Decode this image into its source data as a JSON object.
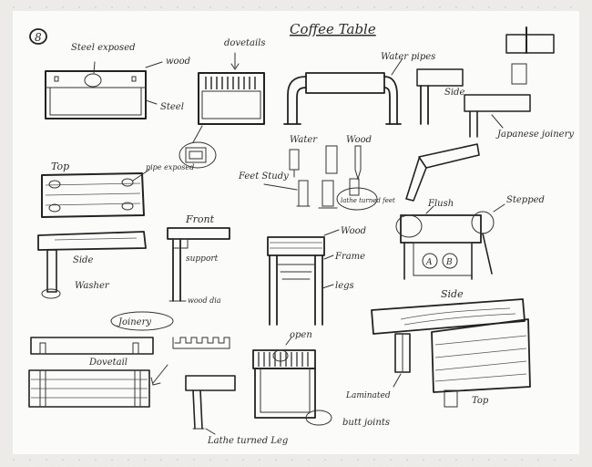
{
  "sheet": {
    "title": "Coffee Table",
    "number": "8"
  },
  "labels": {
    "steel_exposed": "Steel exposed",
    "wood_top": "wood",
    "steel_label": "Steel",
    "dovetails": "dovetails",
    "water_pipes": "Water pipes",
    "side_top_right": "Side",
    "japanese_joinery": "Japanese joinery",
    "top_left": "Top",
    "pipes_exposed": "pipe exposed",
    "water": "Water",
    "wood_mid": "Wood",
    "feet_study": "Feet Study",
    "lathe_turned_feet": "lathe turned feet",
    "front": "Front",
    "flush": "Flush",
    "stepped": "Stepped",
    "a_mark": "A",
    "b_mark": "B",
    "side_left": "Side",
    "support": "support",
    "washer": "Washer",
    "wood_dia": "wood dia",
    "wood_frame": "Wood",
    "frame": "Frame",
    "legs": "legs",
    "joinery": "Joinery",
    "dovetail": "Dovetail",
    "side_right": "Side",
    "open": "open",
    "laminated": "Laminated",
    "top_right": "Top",
    "butt_joints": "butt joints",
    "lathe_turned_leg": "Lathe turned Leg"
  }
}
